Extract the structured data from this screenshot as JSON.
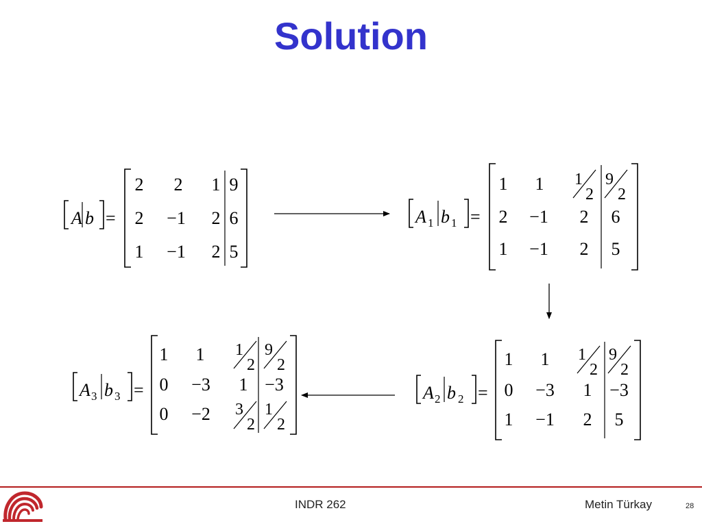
{
  "slide": {
    "title": "Solution"
  },
  "matrices": [
    {
      "id": "m0",
      "label": [
        [
          "A",
          ""
        ],
        [
          "b",
          ""
        ]
      ],
      "rows": [
        [
          "2",
          "2",
          "1",
          "9"
        ],
        [
          "2",
          "−1",
          "2",
          "6"
        ],
        [
          "1",
          "−1",
          "2",
          "5"
        ]
      ]
    },
    {
      "id": "m1",
      "label": [
        [
          "A",
          "1"
        ],
        [
          "b",
          "1"
        ]
      ],
      "rows": [
        [
          "1",
          "1",
          {
            "n": "1",
            "d": "2"
          },
          {
            "n": "9",
            "d": "2"
          }
        ],
        [
          "2",
          "−1",
          "2",
          "6"
        ],
        [
          "1",
          "−1",
          "2",
          "5"
        ]
      ]
    },
    {
      "id": "m2",
      "label": [
        [
          "A",
          "2"
        ],
        [
          "b",
          "2"
        ]
      ],
      "rows": [
        [
          "1",
          "1",
          {
            "n": "1",
            "d": "2"
          },
          {
            "n": "9",
            "d": "2"
          }
        ],
        [
          "0",
          "−3",
          "1",
          "−3"
        ],
        [
          "1",
          "−1",
          "2",
          "5"
        ]
      ]
    },
    {
      "id": "m3",
      "label": [
        [
          "A",
          "3"
        ],
        [
          "b",
          "3"
        ]
      ],
      "rows": [
        [
          "1",
          "1",
          {
            "n": "1",
            "d": "2"
          },
          {
            "n": "9",
            "d": "2"
          }
        ],
        [
          "0",
          "−3",
          "1",
          "−3"
        ],
        [
          "0",
          "−2",
          {
            "n": "3",
            "d": "2"
          },
          {
            "n": "1",
            "d": "2"
          }
        ]
      ]
    }
  ],
  "footer": {
    "course": "INDR 262",
    "author": "Metin Türkay",
    "page": "28"
  }
}
